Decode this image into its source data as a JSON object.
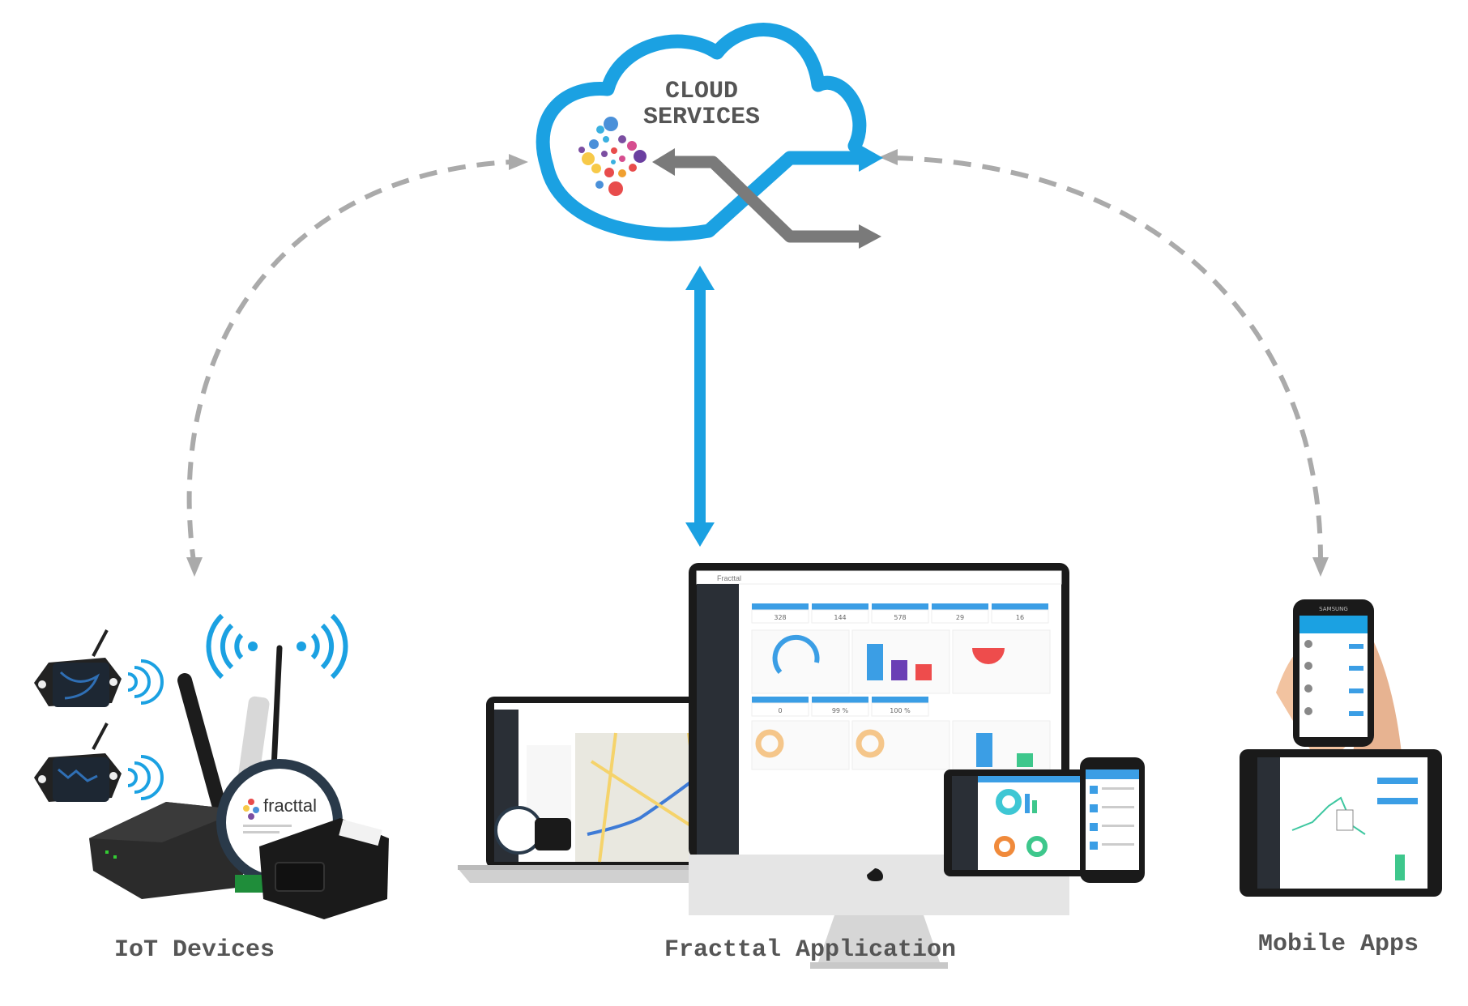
{
  "cloud": {
    "line1": "CLOUD",
    "line2": "SERVICES"
  },
  "labels": {
    "iot": "IoT Devices",
    "app": "Fracttal Application",
    "mobile": "Mobile Apps"
  },
  "devices": {
    "puck_brand": "fracttal"
  },
  "dashboard": {
    "brand": "Fracttal",
    "kpis": [
      "328",
      "144",
      "578",
      "29",
      "16"
    ],
    "kpis2": [
      "0",
      "99 %",
      "100 %"
    ]
  },
  "phone": {
    "brand": "SAMSUNG"
  },
  "colors": {
    "accent_blue": "#1ba1e2",
    "arrow_gray": "#7a7a7a",
    "dash_gray": "#aaaaaa",
    "label_gray": "#555555"
  }
}
